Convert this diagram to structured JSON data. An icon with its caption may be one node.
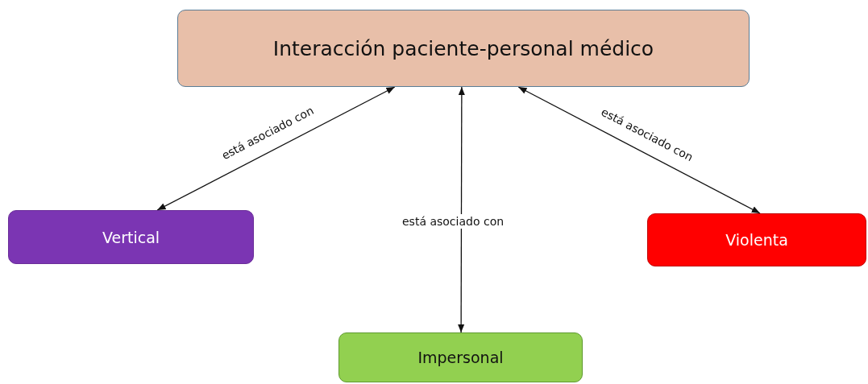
{
  "diagram": {
    "nodes": [
      {
        "text": [
          "Interacción paciente-personal médico"
        ]
      },
      {
        "text": [
          "Vertical"
        ]
      },
      {
        "text": [
          "Impersonal"
        ]
      },
      {
        "text": [
          "Violenta"
        ]
      }
    ],
    "edges": [
      {
        "from": 0,
        "to": 1,
        "arrow": "both",
        "label": "está asociado con"
      },
      {
        "from": 0,
        "to": 2,
        "arrow": "both",
        "label": "está asociado con"
      },
      {
        "from": 0,
        "to": 3,
        "arrow": "both",
        "label": "está asociado con"
      }
    ]
  }
}
